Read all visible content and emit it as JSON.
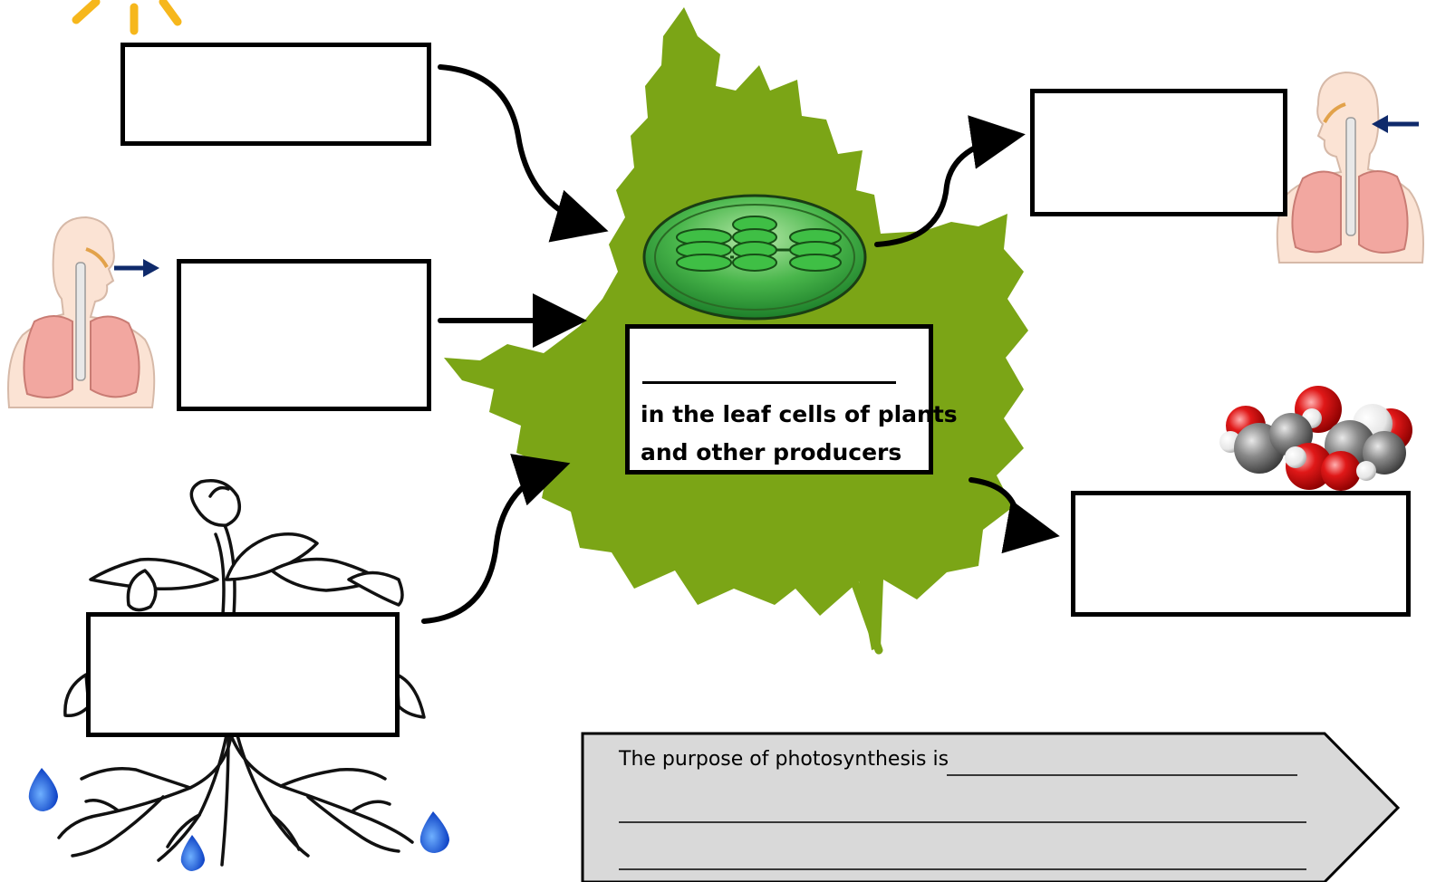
{
  "center_box": {
    "line1": "in the leaf cells of plants",
    "line2": "and other producers"
  },
  "purpose": {
    "text": "The purpose of photosynthesis is"
  },
  "colors": {
    "leaf_green": "#7ba516",
    "chloroplast_green": "#3fae3a",
    "arrow_blue": "#0f2a6b",
    "sun_yellow": "#f6b71c",
    "water_blue": "#1f5fdc",
    "molecule_red": "#d91414",
    "molecule_grey": "#7d7d7d",
    "banner_grey": "#d9d9d9"
  },
  "icons": {
    "sun": "sun-icon",
    "lungs_inhale": "lungs-icon",
    "lungs_exhale": "lungs-icon",
    "plant": "plant-roots-icon",
    "water": "water-drop-icon",
    "molecule": "glucose-molecule-icon",
    "chloroplast": "chloroplast-icon",
    "leaf": "maple-leaf-icon"
  }
}
